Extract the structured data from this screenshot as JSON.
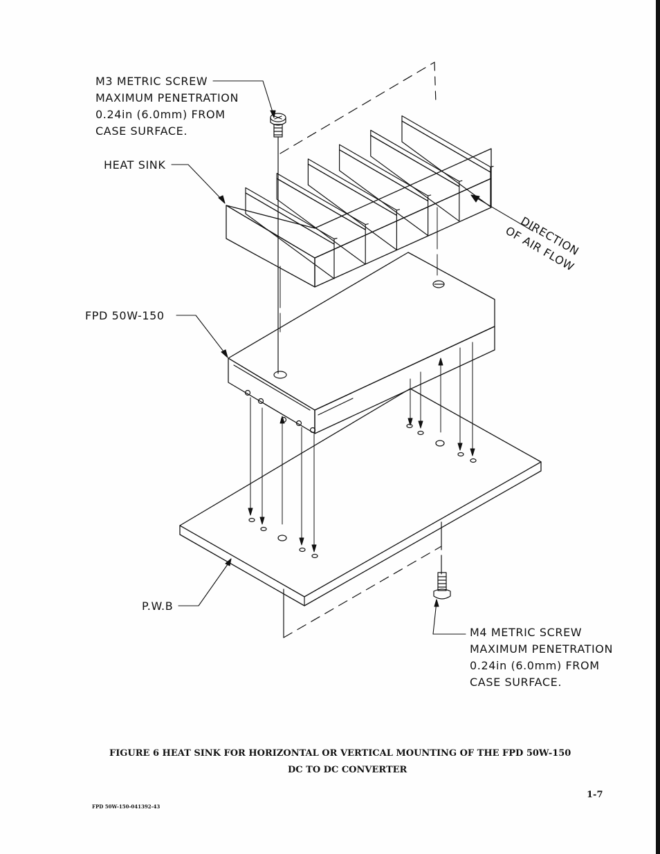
{
  "labels": {
    "m3_screw": [
      "M3 METRIC SCREW",
      "MAXIMUM PENETRATION",
      "0.24in (6.0mm) FROM",
      "CASE SURFACE."
    ],
    "heat_sink": "HEAT SINK",
    "converter": "FPD 50W-150",
    "pwb": "P.W.B",
    "m4_screw": [
      "M4 METRIC SCREW",
      "MAXIMUM PENETRATION",
      "0.24in (6.0mm) FROM",
      "CASE SURFACE."
    ],
    "airflow_line1": "DIRECTION",
    "airflow_line2": "OF AIR FLOW"
  },
  "caption": {
    "line1": "FIGURE 6   HEAT SINK FOR HORIZONTAL OR VERTICAL MOUNTING OF THE FPD 50W-150",
    "line2": "DC TO DC CONVERTER"
  },
  "footer": {
    "page_number": "1-7",
    "doc_code": "FPD 50W-150-041392-43"
  }
}
